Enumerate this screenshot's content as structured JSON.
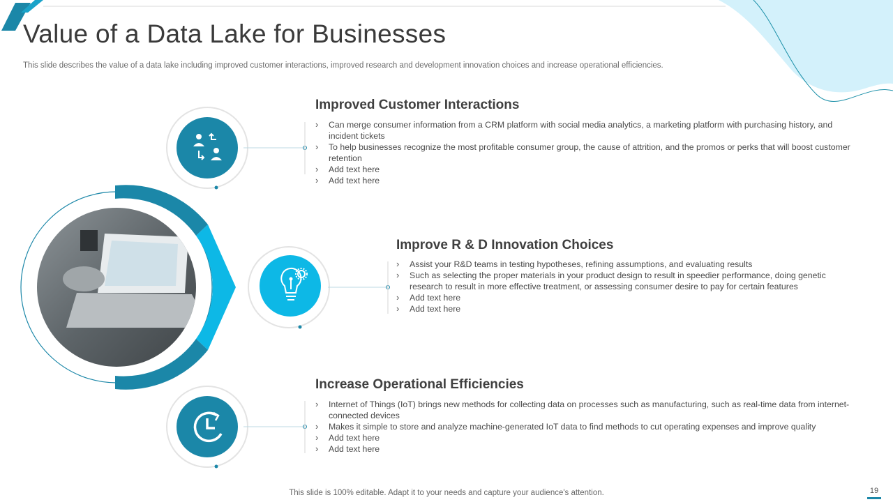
{
  "slide": {
    "title": "Value of a Data Lake for Businesses",
    "subtitle": "This slide describes the value of a data lake including improved customer interactions, improved research and development innovation choices and increase operational efficiencies.",
    "footer": "This slide is 100% editable. Adapt it to your needs and capture your audience's attention.",
    "page_number": "19"
  },
  "sections": [
    {
      "title": "Improved Customer Interactions",
      "icon": "people-exchange-icon",
      "bullets": [
        "Can merge consumer information from a CRM platform with social media analytics, a marketing platform with purchasing history, and incident tickets",
        "To help businesses recognize the most profitable  consumer group, the cause of attrition, and the promos or perks that will boost customer retention",
        "Add text here",
        "Add text here"
      ]
    },
    {
      "title": "Improve R & D Innovation Choices",
      "icon": "lightbulb-gear-icon",
      "bullets": [
        "Assist your R&D teams in testing hypotheses, refining assumptions, and evaluating results",
        "Such as selecting the proper materials in your product design to result in speedier performance,  doing genetic research to result in more effective  treatment, or assessing consumer desire to pay for certain features",
        "Add text here",
        "Add text here"
      ]
    },
    {
      "title": "Increase Operational Efficiencies",
      "icon": "clock-refresh-icon",
      "bullets": [
        "Internet of Things (IoT) brings new methods for collecting data on processes such as manufacturing, such as real-time data from internet-connected devices",
        "Makes it simple to store and analyze machine-generated  IoT data to find methods to cut operating expenses and improve quality",
        "Add text here",
        "Add text here"
      ]
    }
  ],
  "colors": {
    "accent_dark": "#0f7c9b",
    "accent_mid": "#1aa3c9",
    "accent_light": "#0db8e6",
    "wave": "#d3f1fb"
  }
}
